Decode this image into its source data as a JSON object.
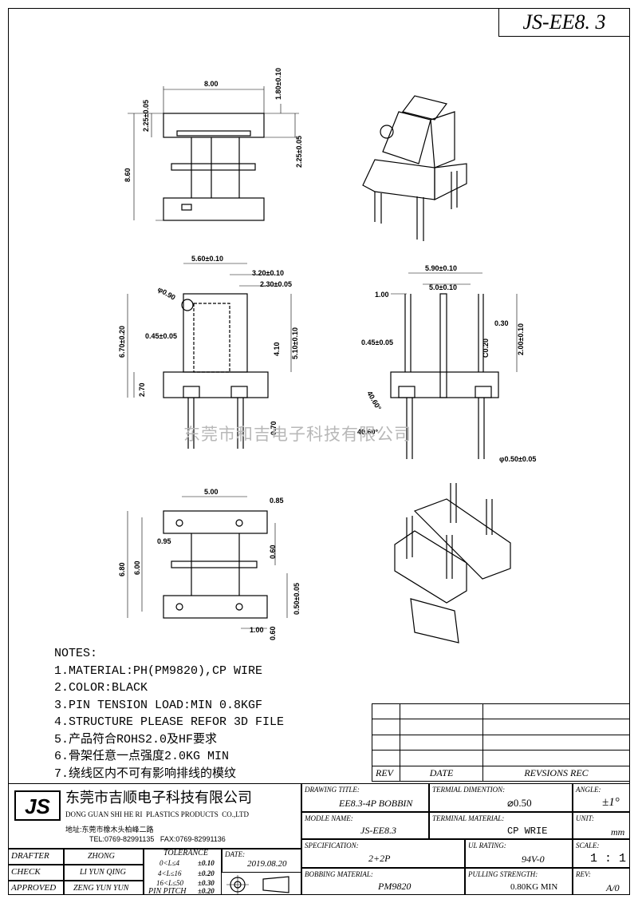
{
  "part_code": "JS-EE8. 3",
  "watermark": "东莞市和吉电子科技有限公司",
  "dims": {
    "d8": "8.00",
    "d180": "1.80±0.10",
    "d225a": "2.25±0.05",
    "d225b": "2.25±0.05",
    "d860": "8.60",
    "d560": "5.60±0.10",
    "d320": "3.20±0.10",
    "d230": "2.30±0.05",
    "d090": "φ0.90",
    "d045a": "0.45±0.05",
    "d670": "6.70±0.20",
    "d410": "4.10",
    "d510": "5.10±0.10",
    "d270": "2.70",
    "d070": "0.70",
    "d590": "5.90±0.10",
    "d50": "5.0±0.10",
    "d100": "1.00",
    "d030": "0.30",
    "d045b": "0.45±0.05",
    "d020": "C0.20",
    "d200": "2.00±0.10",
    "d40a": "40.60°",
    "d40b": "40.60°",
    "d050": "φ0.50±0.05",
    "d500": "5.00",
    "d085": "0.85",
    "d095": "0.95",
    "d680": "6.80",
    "d600": "6.00",
    "d060": "0.60",
    "d05005": "0.50±0.05",
    "d100b": "1.00",
    "d060b": "0.60"
  },
  "notes": [
    "NOTES:",
    "1.MATERIAL:PH(PM9820),CP WIRE",
    "2.COLOR:BLACK",
    "3.PIN TENSION LOAD:MIN 0.8KGF",
    "4.STRUCTURE PLEASE REFOR 3D FILE",
    "5.产品符合ROHS2.0及HF要求",
    "6.骨架任意一点强度2.0KG MIN",
    "7.绕线区内不可有影响排线的模纹"
  ],
  "revision": {
    "rev": "REV",
    "date": "DATE",
    "desc": "REVSIONS REC"
  },
  "company": {
    "logo": "JS",
    "name_cn": "东莞市吉顺电子科技有限公司",
    "name_en": "DONG GUAN SHI HE RI  PLASTICS PRODUCTS  CO.,LTD",
    "address": "地址:东莞市橡木头柏峰二路",
    "tel": "TEL:0769-82991135   FAX:0769-82991136"
  },
  "title_block": {
    "drawing_title_lbl": "DRAWING TITLE:",
    "drawing_title": "EE8.3-4P BOBBIN",
    "terminal_dim_lbl": "TERMIAL DIMENTION:",
    "terminal_dim": "⌀0.50",
    "angle_lbl": "ANGLE:",
    "angle": "±1°",
    "model_lbl": "MODLE NAME:",
    "model": "JS-EE8.3",
    "terminal_mat_lbl": "TERMINAL MATERIAL:",
    "terminal_mat": "CP WRIE",
    "unit_lbl": "UNIT:",
    "unit": "mm",
    "spec_lbl": "SPECIFICATION:",
    "spec": "2+2P",
    "ul_lbl": "UL RATING:",
    "ul": "94V-0",
    "scale_lbl": "SCALE:",
    "scale": "1 : 1",
    "bobbin_lbl": "BOBBING MATERIAL:",
    "bobbin": "PM9820",
    "pull_lbl": "PULLING STRENGTH:",
    "pull": "0.80KG MIN",
    "rev_lbl": "REV:",
    "rev": "A/0",
    "drafter_lbl": "DRAFTER",
    "drafter": "ZHONG",
    "check_lbl": "CHECK",
    "check": "LI YUN QING",
    "approved_lbl": "APPROVED",
    "approved": "ZENG YUN YUN",
    "tol_lbl": "TOLERANCE",
    "tol1": "0<L≤4",
    "tol1v": "±0.10",
    "tol2": "4<L≤16",
    "tol2v": "±0.20",
    "tol3": "16<L≤50",
    "tol3v": "±0.30",
    "pin_pitch": "PIN PITCH",
    "pin_pitch_v": "±0.20",
    "date_lbl": "DATE:",
    "date": "2019.08.20"
  }
}
